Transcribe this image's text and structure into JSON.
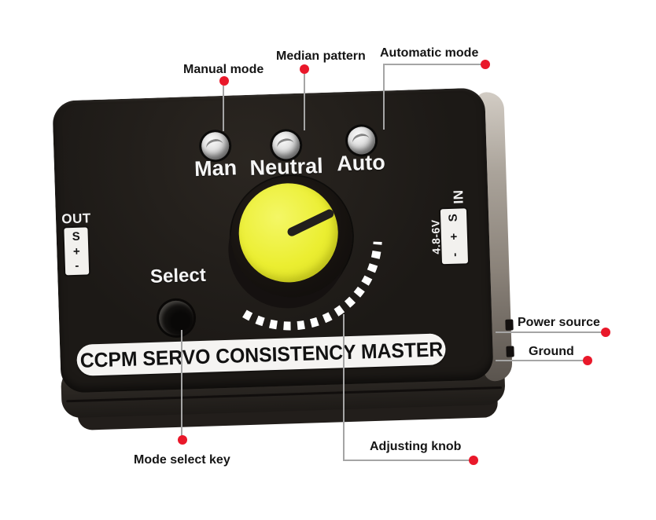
{
  "device": {
    "panel_title": "CCPM SERVO CONSISTENCY MASTER",
    "select_label": "Select",
    "leds": [
      {
        "label": "Man"
      },
      {
        "label": "Neutral"
      },
      {
        "label": "Auto"
      }
    ],
    "out_port": {
      "title": "OUT",
      "pins": [
        "S",
        "+",
        "-"
      ]
    },
    "in_port": {
      "title": "IN",
      "voltage": "4.8-6V",
      "pins": [
        "S",
        "+",
        "-"
      ]
    }
  },
  "annotations": {
    "manual_mode": {
      "label": "Manual mode"
    },
    "median_pattern": {
      "label": "Median pattern"
    },
    "automatic_mode": {
      "label": "Automatic mode"
    },
    "power_source": {
      "label": "Power source"
    },
    "ground": {
      "label": "Ground"
    },
    "mode_select_key": {
      "label": "Mode select key"
    },
    "adjusting_knob": {
      "label": "Adjusting knob"
    }
  },
  "colors": {
    "annotation_dot": "#e9182a",
    "leader_line": "#a5a5a5",
    "knob_yellow": "#ebee31",
    "device_body": "#1c1916",
    "panel_strip": "#f5f4f2"
  }
}
